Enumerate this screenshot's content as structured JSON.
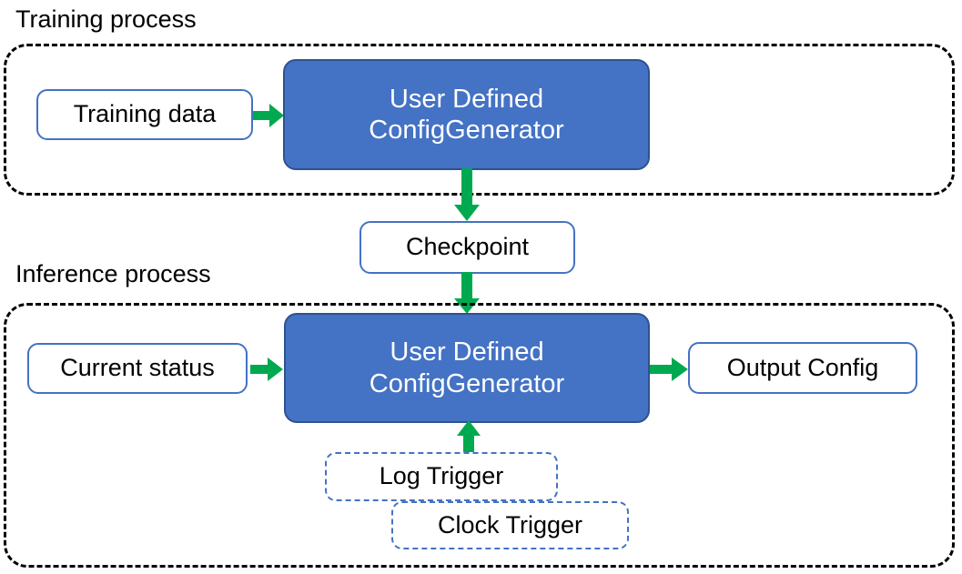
{
  "diagram": {
    "title_training": "Training process",
    "title_inference": "Inference process",
    "colors": {
      "accent_blue": "#4472C4",
      "blue_border": "#2F528F",
      "arrow_green": "#00A94F",
      "container_dash": "#000000",
      "text_dark": "#000000",
      "text_light": "#FFFFFF"
    },
    "training": {
      "input_node": "Training data",
      "process_node_line1": "User Defined",
      "process_node_line2": "ConfigGenerator"
    },
    "checkpoint": {
      "label": "Checkpoint"
    },
    "inference": {
      "input_node": "Current status",
      "process_node_line1": "User Defined",
      "process_node_line2": "ConfigGenerator",
      "output_node": "Output Config",
      "trigger_log": "Log Trigger",
      "trigger_clock": "Clock Trigger"
    },
    "arrows": [
      {
        "name": "training-data-to-generator",
        "direction": "right"
      },
      {
        "name": "training-generator-to-checkpoint",
        "direction": "down"
      },
      {
        "name": "checkpoint-to-inference-generator",
        "direction": "down"
      },
      {
        "name": "current-status-to-generator",
        "direction": "right"
      },
      {
        "name": "generator-to-output-config",
        "direction": "right"
      },
      {
        "name": "triggers-to-generator",
        "direction": "up"
      }
    ]
  }
}
